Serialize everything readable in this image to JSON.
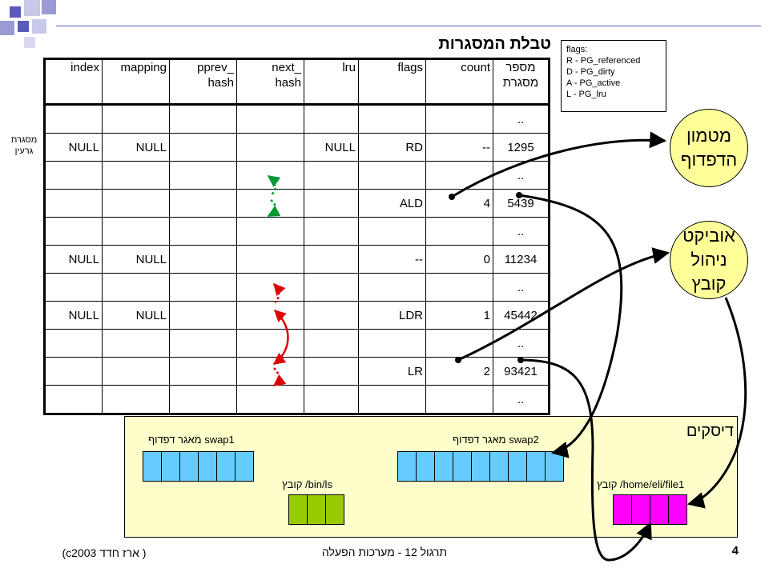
{
  "title": "טבלת המסגרות",
  "table": {
    "headers": [
      {
        "top": "מספר",
        "bottom": "מסגרת"
      },
      {
        "top": "count",
        "bottom": ""
      },
      {
        "top": "flags",
        "bottom": ""
      },
      {
        "top": "lru",
        "bottom": ""
      },
      {
        "top": "next_",
        "bottom": "hash"
      },
      {
        "top": "pprev_",
        "bottom": "hash"
      },
      {
        "top": "mapping",
        "bottom": ""
      },
      {
        "top": "index",
        "bottom": ""
      }
    ],
    "rows": [
      [
        "..",
        "",
        "",
        "",
        "",
        "",
        "",
        ""
      ],
      [
        "1295",
        "--",
        "RD",
        "NULL",
        "",
        "",
        "NULL",
        "NULL"
      ],
      [
        "..",
        "",
        "",
        "",
        "",
        "",
        "",
        ""
      ],
      [
        "5439",
        "4",
        "ALD",
        "",
        "",
        "",
        "",
        ""
      ],
      [
        "..",
        "",
        "",
        "",
        "",
        "",
        "",
        ""
      ],
      [
        "11234",
        "0",
        "--",
        "",
        "",
        "",
        "NULL",
        "NULL"
      ],
      [
        "..",
        "",
        "",
        "",
        "",
        "",
        "",
        ""
      ],
      [
        "45442",
        "1",
        "LDR",
        "",
        "",
        "",
        "NULL",
        "NULL"
      ],
      [
        "..",
        "",
        "",
        "",
        "",
        "",
        "",
        ""
      ],
      [
        "93421",
        "2",
        "LR",
        "",
        "",
        "",
        "",
        ""
      ],
      [
        "..",
        "",
        "",
        "",
        "",
        "",
        "",
        ""
      ]
    ]
  },
  "kernel_frames_label": "מסגרת\nגרעין",
  "flags_legend": {
    "title": "flags:",
    "items": [
      "R - PG_referenced",
      "D - PG_dirty",
      "A - PG_active",
      "L - PG_lru"
    ]
  },
  "page_cache": "מטמון\nהדפדוף",
  "file_object": "אוביקט\nניהול\nקובץ",
  "disks": {
    "title": "דיסקים",
    "swap1_label": "מאגר דפדוף swap1",
    "swap2_label": "מאגר דפדוף swap2",
    "binls_label": "קובץ /bin/ls",
    "file1_label": "קובץ /home/eli/file1"
  },
  "colors": {
    "bubble": "#ffff99",
    "disks_bg": "#ffffcc",
    "swap_blocks": "#66ccff",
    "binls_blocks": "#99cc00",
    "file1_blocks": "#ff00ff",
    "lru_green": "#009933",
    "lru_red": "#e00000",
    "arrows": "#000000"
  },
  "footer": {
    "page": "4",
    "course": "תרגול 12 - מערכות הפעלה",
    "copyright": "(c2003 ארז חדד )"
  }
}
